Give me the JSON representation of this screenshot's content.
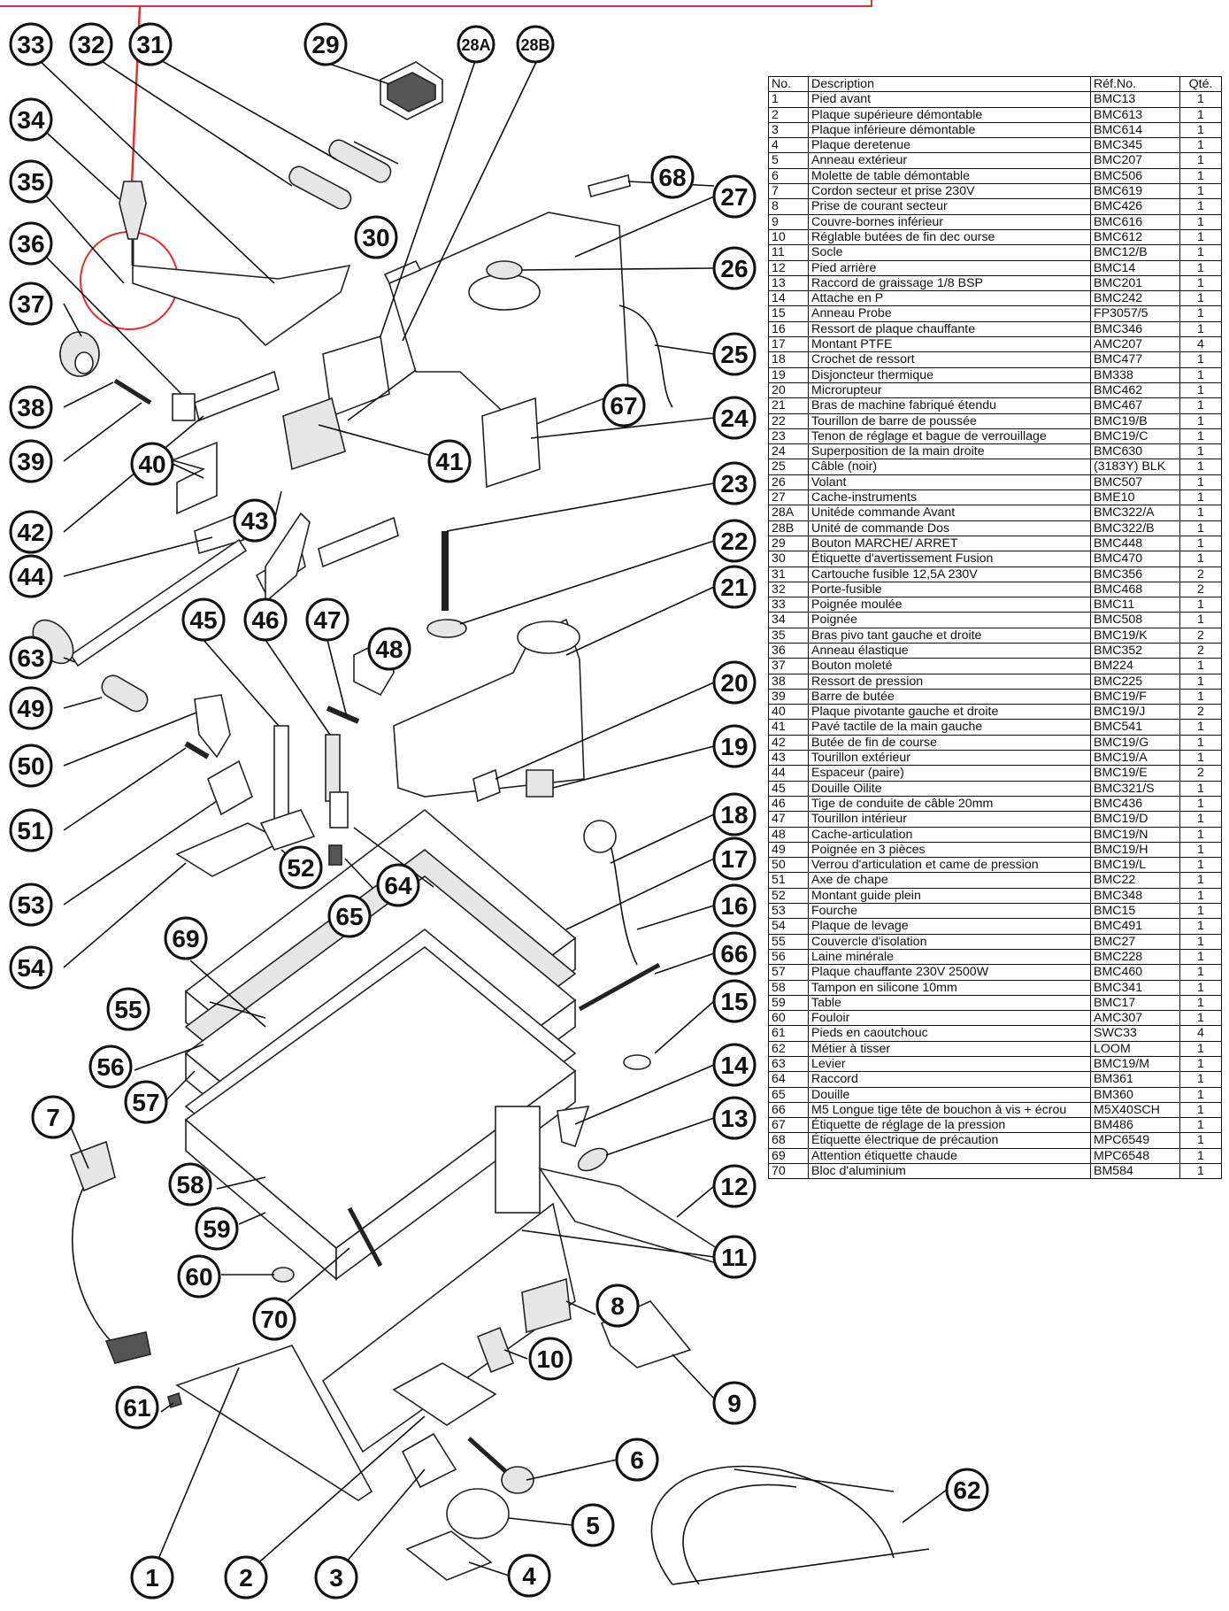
{
  "table": {
    "headers": {
      "no": "No.",
      "description": "Description",
      "ref": "Réf.No.",
      "qty": "Qté."
    },
    "rows": [
      {
        "no": "1",
        "description": "Pied avant",
        "ref": "BMC13",
        "qty": "1"
      },
      {
        "no": "2",
        "description": "Plaque supérieure démontable",
        "ref": "BMC613",
        "qty": "1"
      },
      {
        "no": "3",
        "description": "Plaque inférieure démontable",
        "ref": "BMC614",
        "qty": "1"
      },
      {
        "no": "4",
        "description": "Plaque deretenue",
        "ref": "BMC345",
        "qty": "1"
      },
      {
        "no": "5",
        "description": "Anneau extérieur",
        "ref": "BMC207",
        "qty": "1"
      },
      {
        "no": "6",
        "description": "Molette de table démontable",
        "ref": "BMC506",
        "qty": "1"
      },
      {
        "no": "7",
        "description": "Cordon secteur et prise 230V",
        "ref": "BMC619",
        "qty": "1"
      },
      {
        "no": "8",
        "description": "Prise de courant secteur",
        "ref": "BMC426",
        "qty": "1"
      },
      {
        "no": "9",
        "description": "Couvre-bornes inférieur",
        "ref": "BMC616",
        "qty": "1"
      },
      {
        "no": "10",
        "description": "Réglable butées de fin dec ourse",
        "ref": "BMC612",
        "qty": "1"
      },
      {
        "no": "11",
        "description": "Socle",
        "ref": "BMC12/B",
        "qty": "1"
      },
      {
        "no": "12",
        "description": "Pied arrière",
        "ref": "BMC14",
        "qty": "1"
      },
      {
        "no": "13",
        "description": "Raccord de graissage 1/8 BSP",
        "ref": "BMC201",
        "qty": "1"
      },
      {
        "no": "14",
        "description": "Attache en P",
        "ref": "BMC242",
        "qty": "1"
      },
      {
        "no": "15",
        "description": "Anneau Probe",
        "ref": "FP3057/5",
        "qty": "1"
      },
      {
        "no": "16",
        "description": "Ressort de plaque chauffante",
        "ref": "BMC346",
        "qty": "1"
      },
      {
        "no": "17",
        "description": "Montant PTFE",
        "ref": "AMC207",
        "qty": "4"
      },
      {
        "no": "18",
        "description": "Crochet de ressort",
        "ref": "BMC477",
        "qty": "1"
      },
      {
        "no": "19",
        "description": "Disjoncteur thermique",
        "ref": "BM338",
        "qty": "1"
      },
      {
        "no": "20",
        "description": "Microrupteur",
        "ref": "BMC462",
        "qty": "1"
      },
      {
        "no": "21",
        "description": "Bras de machine fabriqué étendu",
        "ref": "BMC467",
        "qty": "1"
      },
      {
        "no": "22",
        "description": "Tourillon de barre de poussée",
        "ref": "BMC19/B",
        "qty": "1"
      },
      {
        "no": "23",
        "description": "Tenon de réglage et bague de verrouillage",
        "ref": "BMC19/C",
        "qty": "1"
      },
      {
        "no": "24",
        "description": "Superposition de la main droite",
        "ref": "BMC630",
        "qty": "1"
      },
      {
        "no": "25",
        "description": "Câble (noir)",
        "ref": "(3183Y) BLK",
        "qty": "1"
      },
      {
        "no": "26",
        "description": "Volant",
        "ref": "BMC507",
        "qty": "1"
      },
      {
        "no": "27",
        "description": "Cache-instruments",
        "ref": "BME10",
        "qty": "1"
      },
      {
        "no": "28A",
        "description": "Unitéde commande Avant",
        "ref": "BMC322/A",
        "qty": "1"
      },
      {
        "no": "28B",
        "description": "Unité de commande Dos",
        "ref": "BMC322/B",
        "qty": "1"
      },
      {
        "no": "29",
        "description": "Bouton MARCHE/ ARRET",
        "ref": "BMC448",
        "qty": "1"
      },
      {
        "no": "30",
        "description": "Étiquette d'avertissement Fusion",
        "ref": "BMC470",
        "qty": "1"
      },
      {
        "no": "31",
        "description": "Cartouche fusible 12,5A 230V",
        "ref": "BMC356",
        "qty": "2"
      },
      {
        "no": "32",
        "description": "Porte-fusible",
        "ref": "BMC468",
        "qty": "2"
      },
      {
        "no": "33",
        "description": "Poignée moulée",
        "ref": "BMC11",
        "qty": "1"
      },
      {
        "no": "34",
        "description": "Poignée",
        "ref": "BMC508",
        "qty": "1"
      },
      {
        "no": "35",
        "description": "Bras pivo tant gauche et droite",
        "ref": "BMC19/K",
        "qty": "2"
      },
      {
        "no": "36",
        "description": "Anneau élastique",
        "ref": "BMC352",
        "qty": "2"
      },
      {
        "no": "37",
        "description": "Bouton moleté",
        "ref": "BM224",
        "qty": "1"
      },
      {
        "no": "38",
        "description": "Ressort de pression",
        "ref": "BMC225",
        "qty": "1"
      },
      {
        "no": "39",
        "description": "Barre de butée",
        "ref": "BMC19/F",
        "qty": "1"
      },
      {
        "no": "40",
        "description": "Plaque pivotante gauche et droite",
        "ref": "BMC19/J",
        "qty": "2"
      },
      {
        "no": "41",
        "description": "Pavé tactile de la main gauche",
        "ref": "BMC541",
        "qty": "1"
      },
      {
        "no": "42",
        "description": "Butée de fin de course",
        "ref": "BMC19/G",
        "qty": "1"
      },
      {
        "no": "43",
        "description": "Tourillon extérieur",
        "ref": "BMC19/A",
        "qty": "1"
      },
      {
        "no": "44",
        "description": "Espaceur (paire)",
        "ref": "BMC19/E",
        "qty": "2"
      },
      {
        "no": "45",
        "description": "Douille Oilite",
        "ref": "BMC321/S",
        "qty": "1"
      },
      {
        "no": "46",
        "description": "Tige de conduite de câble 20mm",
        "ref": "BMC436",
        "qty": "1"
      },
      {
        "no": "47",
        "description": "Tourillon intérieur",
        "ref": "BMC19/D",
        "qty": "1"
      },
      {
        "no": "48",
        "description": "Cache-articulation",
        "ref": "BMC19/N",
        "qty": "1"
      },
      {
        "no": "49",
        "description": "Poignée en 3 pièces",
        "ref": "BMC19/H",
        "qty": "1"
      },
      {
        "no": "50",
        "description": "Verrou d'articulation et came de pression",
        "ref": "BMC19/L",
        "qty": "1"
      },
      {
        "no": "51",
        "description": "Axe de chape",
        "ref": "BMC22",
        "qty": "1"
      },
      {
        "no": "52",
        "description": "Montant guide plein",
        "ref": "BMC348",
        "qty": "1"
      },
      {
        "no": "53",
        "description": "Fourche",
        "ref": "BMC15",
        "qty": "1"
      },
      {
        "no": "54",
        "description": "Plaque de levage",
        "ref": "BMC491",
        "qty": "1"
      },
      {
        "no": "55",
        "description": "Couvercle d'isolation",
        "ref": "BMC27",
        "qty": "1"
      },
      {
        "no": "56",
        "description": "Laine minérale",
        "ref": "BMC228",
        "qty": "1"
      },
      {
        "no": "57",
        "description": "Plaque chauffante 230V 2500W",
        "ref": "BMC460",
        "qty": "1"
      },
      {
        "no": "58",
        "description": "Tampon en silicone 10mm",
        "ref": "BMC341",
        "qty": "1"
      },
      {
        "no": "59",
        "description": "Table",
        "ref": "BMC17",
        "qty": "1"
      },
      {
        "no": "60",
        "description": "Fouloir",
        "ref": "AMC307",
        "qty": "1"
      },
      {
        "no": "61",
        "description": "Pieds en caoutchouc",
        "ref": "SWC33",
        "qty": "4"
      },
      {
        "no": "62",
        "description": "Métier à tisser",
        "ref": "LOOM",
        "qty": "1"
      },
      {
        "no": "63",
        "description": "Levier",
        "ref": "BMC19/M",
        "qty": "1"
      },
      {
        "no": "64",
        "description": "Raccord",
        "ref": "BM361",
        "qty": "1"
      },
      {
        "no": "65",
        "description": "Douille",
        "ref": "BM360",
        "qty": "1"
      },
      {
        "no": "66",
        "description": "M5 Longue tige tête de bouchon à vis + écrou",
        "ref": "M5X40SCH",
        "qty": "1"
      },
      {
        "no": "67",
        "description": "Étiquette de réglage de la pression",
        "ref": "BM486",
        "qty": "1"
      },
      {
        "no": "68",
        "description": "Étiquette électrique de précaution",
        "ref": "MPC6549",
        "qty": "1"
      },
      {
        "no": "69",
        "description": "Attention étiquette chaude",
        "ref": "MPC6548",
        "qty": "1"
      },
      {
        "no": "70",
        "description": "Bloc d'aluminium",
        "ref": "BM584",
        "qty": "1"
      }
    ]
  },
  "callouts": [
    "1",
    "2",
    "3",
    "4",
    "5",
    "6",
    "7",
    "8",
    "9",
    "10",
    "11",
    "12",
    "13",
    "14",
    "15",
    "16",
    "17",
    "18",
    "19",
    "20",
    "21",
    "22",
    "23",
    "24",
    "25",
    "26",
    "27",
    "28A",
    "28B",
    "29",
    "30",
    "31",
    "32",
    "33",
    "34",
    "35",
    "36",
    "37",
    "38",
    "39",
    "40",
    "41",
    "42",
    "43",
    "44",
    "45",
    "46",
    "47",
    "48",
    "49",
    "50",
    "51",
    "52",
    "53",
    "54",
    "55",
    "56",
    "57",
    "58",
    "59",
    "60",
    "61",
    "62",
    "63",
    "64",
    "65",
    "66",
    "67",
    "68",
    "69",
    "70"
  ],
  "colors": {
    "highlight": "#e03030",
    "line": "#111111"
  }
}
